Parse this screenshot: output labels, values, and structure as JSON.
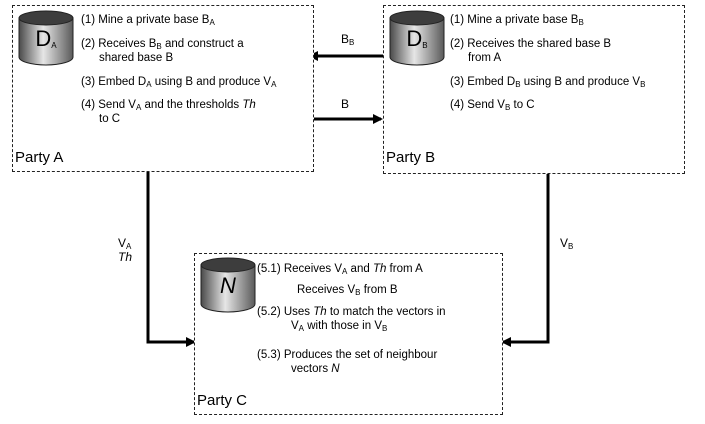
{
  "party_a": {
    "label": "Party A",
    "db": {
      "main": "D",
      "sub": "A"
    },
    "steps": [
      {
        "num": "(1)",
        "parts": [
          [
            "Mine a private base B",
            "A"
          ]
        ]
      },
      {
        "num": "(2)",
        "parts": [
          [
            "Receives B",
            "B"
          ],
          [
            " and construct a",
            ""
          ]
        ],
        "cont": "shared base B"
      },
      {
        "num": "(3)",
        "parts": [
          [
            "Embed D",
            "A"
          ],
          [
            " using B and produce V",
            "A"
          ]
        ]
      },
      {
        "num": "(4)",
        "parts": [
          [
            "Send V",
            "A"
          ],
          [
            " and the thresholds ",
            ""
          ]
        ],
        "italic": "Th",
        "cont": "to C"
      }
    ]
  },
  "party_b": {
    "label": "Party B",
    "db": {
      "main": "D",
      "sub": "B"
    },
    "steps": [
      {
        "num": "(1)",
        "parts": [
          [
            "Mine a private base B",
            "B"
          ]
        ]
      },
      {
        "num": "(2)",
        "parts": [
          [
            "Receives the shared base B",
            ""
          ]
        ],
        "cont": "from A"
      },
      {
        "num": "(3)",
        "parts": [
          [
            "Embed D",
            "B"
          ],
          [
            " using B and produce V",
            "B"
          ]
        ]
      },
      {
        "num": "(4)",
        "parts": [
          [
            "Send V",
            "B"
          ],
          [
            " to C",
            ""
          ]
        ]
      }
    ]
  },
  "party_c": {
    "label": "Party C",
    "db": {
      "main": "N"
    },
    "steps": [
      {
        "num": "(5.1)",
        "line1": [
          "Receives V",
          "A",
          " and ",
          "Th",
          " from A"
        ],
        "line2": [
          "Receives V",
          "B",
          " from B"
        ]
      },
      {
        "num": "(5.2)",
        "line1": [
          "Uses ",
          "Th",
          " to match the vectors in"
        ],
        "line2": [
          "V",
          "A",
          " with those in V",
          "B"
        ]
      },
      {
        "num": "(5.3)",
        "line1": [
          "Produces the set of neighbour"
        ],
        "line2": [
          "vectors ",
          "N"
        ]
      }
    ]
  },
  "arrows": {
    "b_to_a": {
      "main": "B",
      "sub": "B"
    },
    "a_to_b": {
      "main": "B"
    },
    "a_to_c": {
      "main": "V",
      "sub": "A",
      "extra": "Th"
    },
    "b_to_c": {
      "main": "V",
      "sub": "B"
    }
  }
}
